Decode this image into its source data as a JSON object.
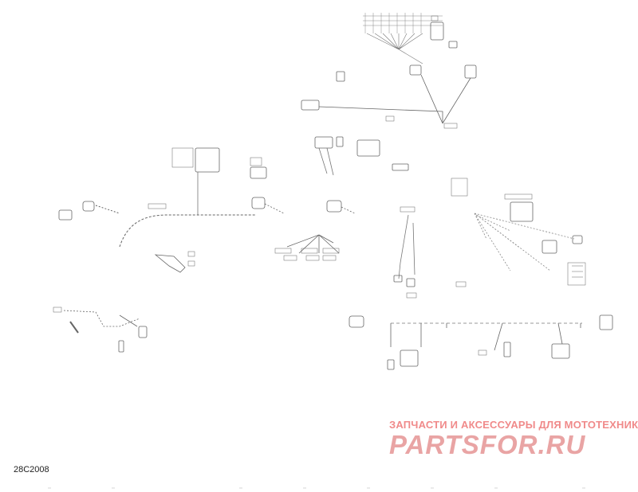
{
  "figure": {
    "id": "28C2008"
  },
  "watermark": {
    "title": "ЗАПЧАСТИ И АКСЕССУАРЫ ДЛЯ МОТОТЕХНИКИ",
    "logo": "PARTSFOR.RU"
  },
  "colors": {
    "line": "#555555",
    "part": "#777777",
    "watermark": "#e9a4a4"
  }
}
